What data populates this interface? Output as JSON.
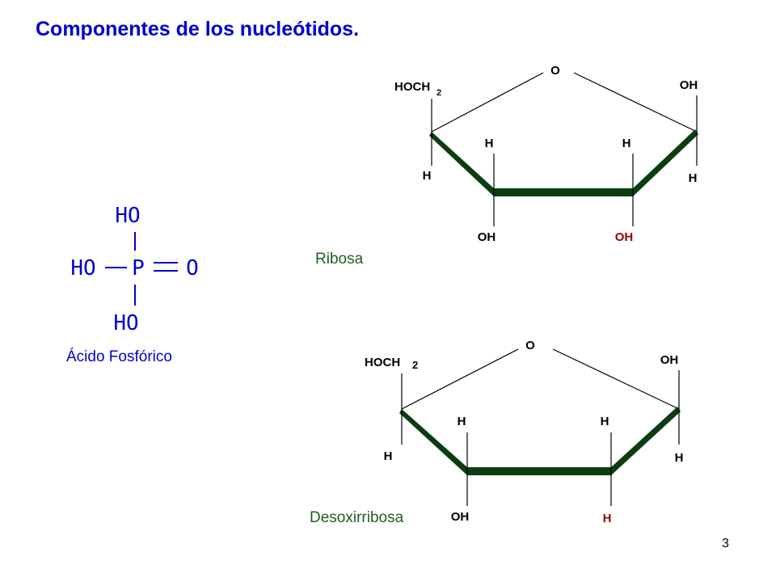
{
  "slide": {
    "title": "Componentes de los nucleótidos.",
    "page_number": "3"
  },
  "phosphoric_acid": {
    "atoms": {
      "top": "HO",
      "left": "HO",
      "center": "P",
      "right": "O",
      "bottom": "HO"
    },
    "caption": "Ácido Fosfórico",
    "color": "#0000cc"
  },
  "ribose": {
    "ring_oxygen": "O",
    "c5_group": "HOCH",
    "c5_subscript": "2",
    "c4_h": "H",
    "c3_up": "H",
    "c3_down": "OH",
    "c2_up": "H",
    "c2_down": "OH",
    "c1_up": "OH",
    "c1_down": "H",
    "caption": "Ribosa",
    "c2_highlight_color": "#990000"
  },
  "deoxyribose": {
    "ring_oxygen": "O",
    "c5_group": "HOCH",
    "c5_subscript": "2",
    "c4_h": "H",
    "c3_up": "H",
    "c3_down": "OH",
    "c2_up": "H",
    "c2_down": "H",
    "c1_up": "OH",
    "c1_down": "H",
    "caption": "Desoxirribosa",
    "c2_highlight_color": "#990000"
  },
  "colors": {
    "title": "#0000cc",
    "bond_thick": "#0b3d13",
    "caption_green": "#1f5e1f",
    "caption_blue": "#0000cc"
  }
}
